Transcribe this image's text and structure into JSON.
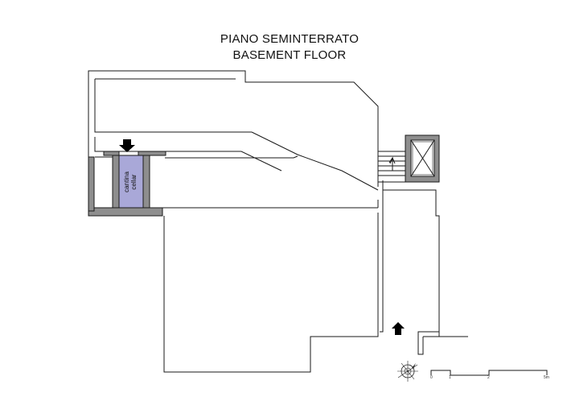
{
  "title": {
    "line1": "PIANO SEMINTERRATO",
    "line2": "BASEMENT FLOOR"
  },
  "cellar": {
    "label_it": "cantina",
    "label_en": "cellar",
    "fill_color": "#a9a8d8"
  },
  "scale_bar": {
    "tick_labels": [
      "0",
      "1",
      "2",
      "5m"
    ]
  },
  "icons": {
    "north": "compass-rose-icon",
    "entrance": "entrance-arrow-icon",
    "cellar_access": "cellar-access-arrow-icon"
  }
}
